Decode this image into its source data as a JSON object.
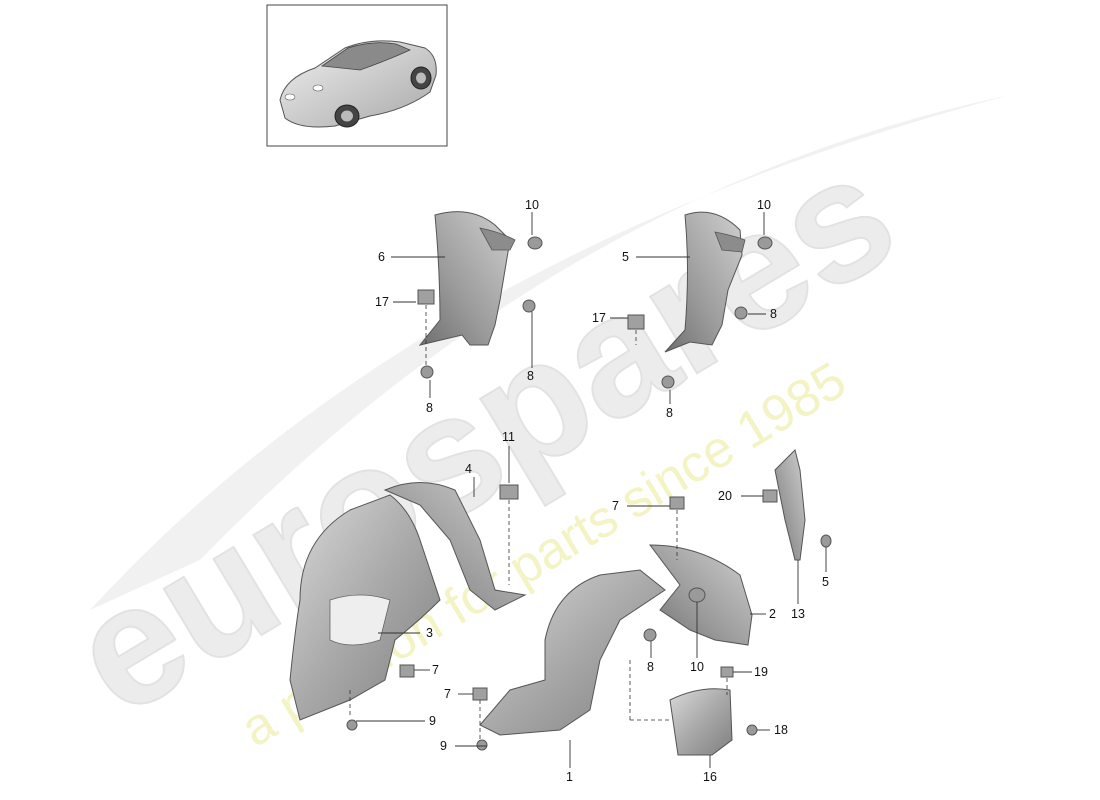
{
  "watermark": {
    "brand": "eurospares",
    "tagline": "a passion for parts since 1985"
  },
  "thumbnail": {
    "icon": "car-icon"
  },
  "callouts": [
    {
      "id": "c6",
      "text": "6"
    },
    {
      "id": "c10a",
      "text": "10"
    },
    {
      "id": "c17a",
      "text": "17"
    },
    {
      "id": "c8a",
      "text": "8"
    },
    {
      "id": "c8b",
      "text": "8"
    },
    {
      "id": "c5a",
      "text": "5"
    },
    {
      "id": "c10b",
      "text": "10"
    },
    {
      "id": "c17b",
      "text": "17"
    },
    {
      "id": "c8c",
      "text": "8"
    },
    {
      "id": "c8d",
      "text": "8"
    },
    {
      "id": "c11",
      "text": "11"
    },
    {
      "id": "c4",
      "text": "4"
    },
    {
      "id": "c3",
      "text": "3"
    },
    {
      "id": "c7a",
      "text": "7"
    },
    {
      "id": "c9a",
      "text": "9"
    },
    {
      "id": "c7b",
      "text": "7"
    },
    {
      "id": "c9b",
      "text": "9"
    },
    {
      "id": "c1",
      "text": "1"
    },
    {
      "id": "c7c",
      "text": "7"
    },
    {
      "id": "c8e",
      "text": "8"
    },
    {
      "id": "c10c",
      "text": "10"
    },
    {
      "id": "c2",
      "text": "2"
    },
    {
      "id": "c19",
      "text": "19"
    },
    {
      "id": "c18",
      "text": "18"
    },
    {
      "id": "c16",
      "text": "16"
    },
    {
      "id": "c20",
      "text": "20"
    },
    {
      "id": "c13",
      "text": "13"
    },
    {
      "id": "c5b",
      "text": "5"
    }
  ]
}
